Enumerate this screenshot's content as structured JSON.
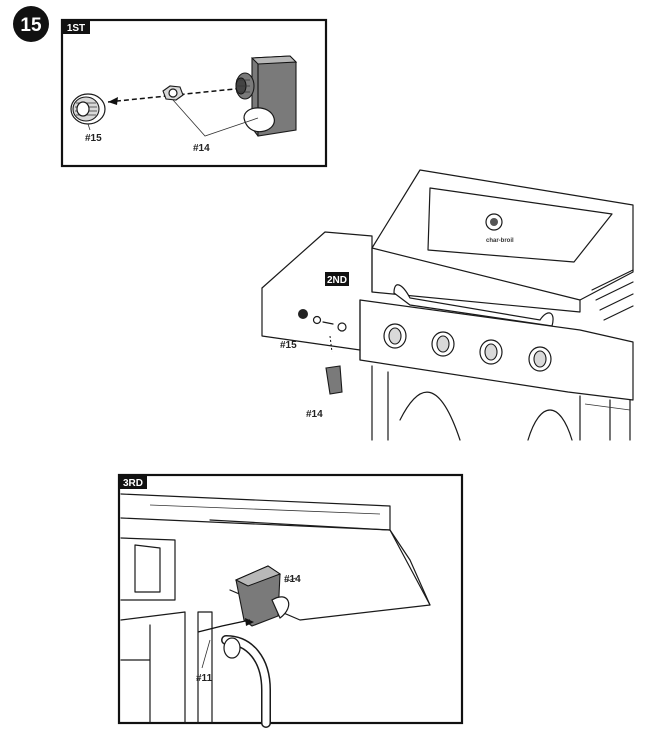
{
  "step_number": "15",
  "panels": {
    "first": {
      "tag": "1ST",
      "label_a": "#15",
      "label_b": "#14"
    },
    "second": {
      "tag": "2ND",
      "label_a": "#15",
      "label_b": "#14",
      "logo": "char-broil"
    },
    "third": {
      "tag": "3RD",
      "label_a": "#14",
      "label_b": "#11"
    }
  },
  "colors": {
    "badge": "#111111",
    "line": "#1a1a1a",
    "part_gray": "#d9d9d9",
    "part_dark": "#7a7a7a"
  }
}
